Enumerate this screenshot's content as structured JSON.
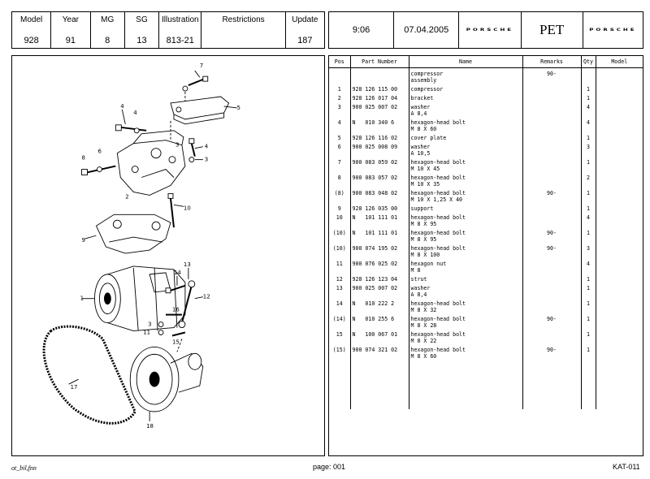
{
  "header": {
    "columns": [
      {
        "label": "Model",
        "value": "928"
      },
      {
        "label": "Year",
        "value": "91"
      },
      {
        "label": "MG",
        "value": "8"
      },
      {
        "label": "SG",
        "value": "13"
      },
      {
        "label": "Illustration",
        "value": "813-21"
      },
      {
        "label": "Restrictions",
        "value": ""
      },
      {
        "label": "Update",
        "value": "187"
      }
    ],
    "time": "9:06",
    "date": "07.04.2005",
    "brand_left": "PORSCHE",
    "app": "PET",
    "brand_right": "PORSCHE"
  },
  "table": {
    "headers": [
      "Pos",
      "Part Number",
      "Name",
      "Remarks",
      "Qty",
      "Model"
    ],
    "rows": [
      {
        "pos": "",
        "part": "",
        "name": "compressor\nassembly",
        "remarks": "90-",
        "qty": ""
      },
      {
        "pos": "1",
        "part": "928 126 115 00",
        "name": "compressor",
        "remarks": "",
        "qty": "1"
      },
      {
        "pos": "2",
        "part": "928 126 017 04",
        "name": "bracket",
        "remarks": "",
        "qty": "1"
      },
      {
        "pos": "3",
        "part": "900 025 007 02",
        "name": "washer\nA 8,4",
        "remarks": "",
        "qty": "4"
      },
      {
        "pos": "4",
        "part": "N   010 340 6",
        "name": "hexagon-head bolt\nM 8 X 60",
        "remarks": "",
        "qty": "4"
      },
      {
        "pos": "5",
        "part": "928 126 116 02",
        "name": "cover plate",
        "remarks": "",
        "qty": "1"
      },
      {
        "pos": "6",
        "part": "900 025 008 09",
        "name": "washer\nA 10,5",
        "remarks": "",
        "qty": "3"
      },
      {
        "pos": "7",
        "part": "900 083 059 02",
        "name": "hexagon-head bolt\nM 10 X 45",
        "remarks": "",
        "qty": "1"
      },
      {
        "pos": "8",
        "part": "900 083 057 02",
        "name": "hexagon-head bolt\nM 10 X 35",
        "remarks": "",
        "qty": "2"
      },
      {
        "pos": "(8)",
        "part": "900 083 048 02",
        "name": "hexagon-head bolt\nM 10 X 1,25 X 40",
        "remarks": "90-",
        "qty": "1"
      },
      {
        "pos": "9",
        "part": "928 126 035 00",
        "name": "support",
        "remarks": "",
        "qty": "1"
      },
      {
        "pos": "10",
        "part": "N   101 111 01",
        "name": "hexagon-head bolt\nM 8 X 95",
        "remarks": "",
        "qty": "4"
      },
      {
        "pos": "(10)",
        "part": "N   101 111 01",
        "name": "hexagon-head bolt\nM 8 X 95",
        "remarks": "90-",
        "qty": "1"
      },
      {
        "pos": "(10)",
        "part": "900 074 195 02",
        "name": "hexagon-head bolt\nM 8 X 100",
        "remarks": "90-",
        "qty": "3"
      },
      {
        "pos": "11",
        "part": "900 076 025 02",
        "name": "hexagon nut\nM 8",
        "remarks": "",
        "qty": "4"
      },
      {
        "pos": "12",
        "part": "928 126 123 04",
        "name": "strut",
        "remarks": "",
        "qty": "1"
      },
      {
        "pos": "13",
        "part": "900 025 007 02",
        "name": "washer\nA 8,4",
        "remarks": "",
        "qty": "1"
      },
      {
        "pos": "14",
        "part": "N   010 222 2",
        "name": "hexagon-head bolt\nM 8 X 32",
        "remarks": "",
        "qty": "1"
      },
      {
        "pos": "(14)",
        "part": "N   010 255 6",
        "name": "hexagon-head bolt\nM 8 X 28",
        "remarks": "90-",
        "qty": "1"
      },
      {
        "pos": "15",
        "part": "N   100 067 01",
        "name": "hexagon-head bolt\nM 8 X 22",
        "remarks": "",
        "qty": "1"
      },
      {
        "pos": "(15)",
        "part": "900 074 321 02",
        "name": "hexagon-head bolt\nM 8 X 60",
        "remarks": "90-",
        "qty": "1"
      }
    ]
  },
  "illustration": {
    "callouts": [
      "1",
      "2",
      "3",
      "4",
      "5",
      "6",
      "7",
      "8",
      "9",
      "10",
      "11",
      "12",
      "13",
      "14",
      "15",
      "16",
      "17",
      "18",
      "3",
      "4",
      "3",
      "4"
    ]
  },
  "footer": {
    "left": "ot_bil,fnn",
    "page": "page: 001",
    "catalog": "KAT-011"
  }
}
